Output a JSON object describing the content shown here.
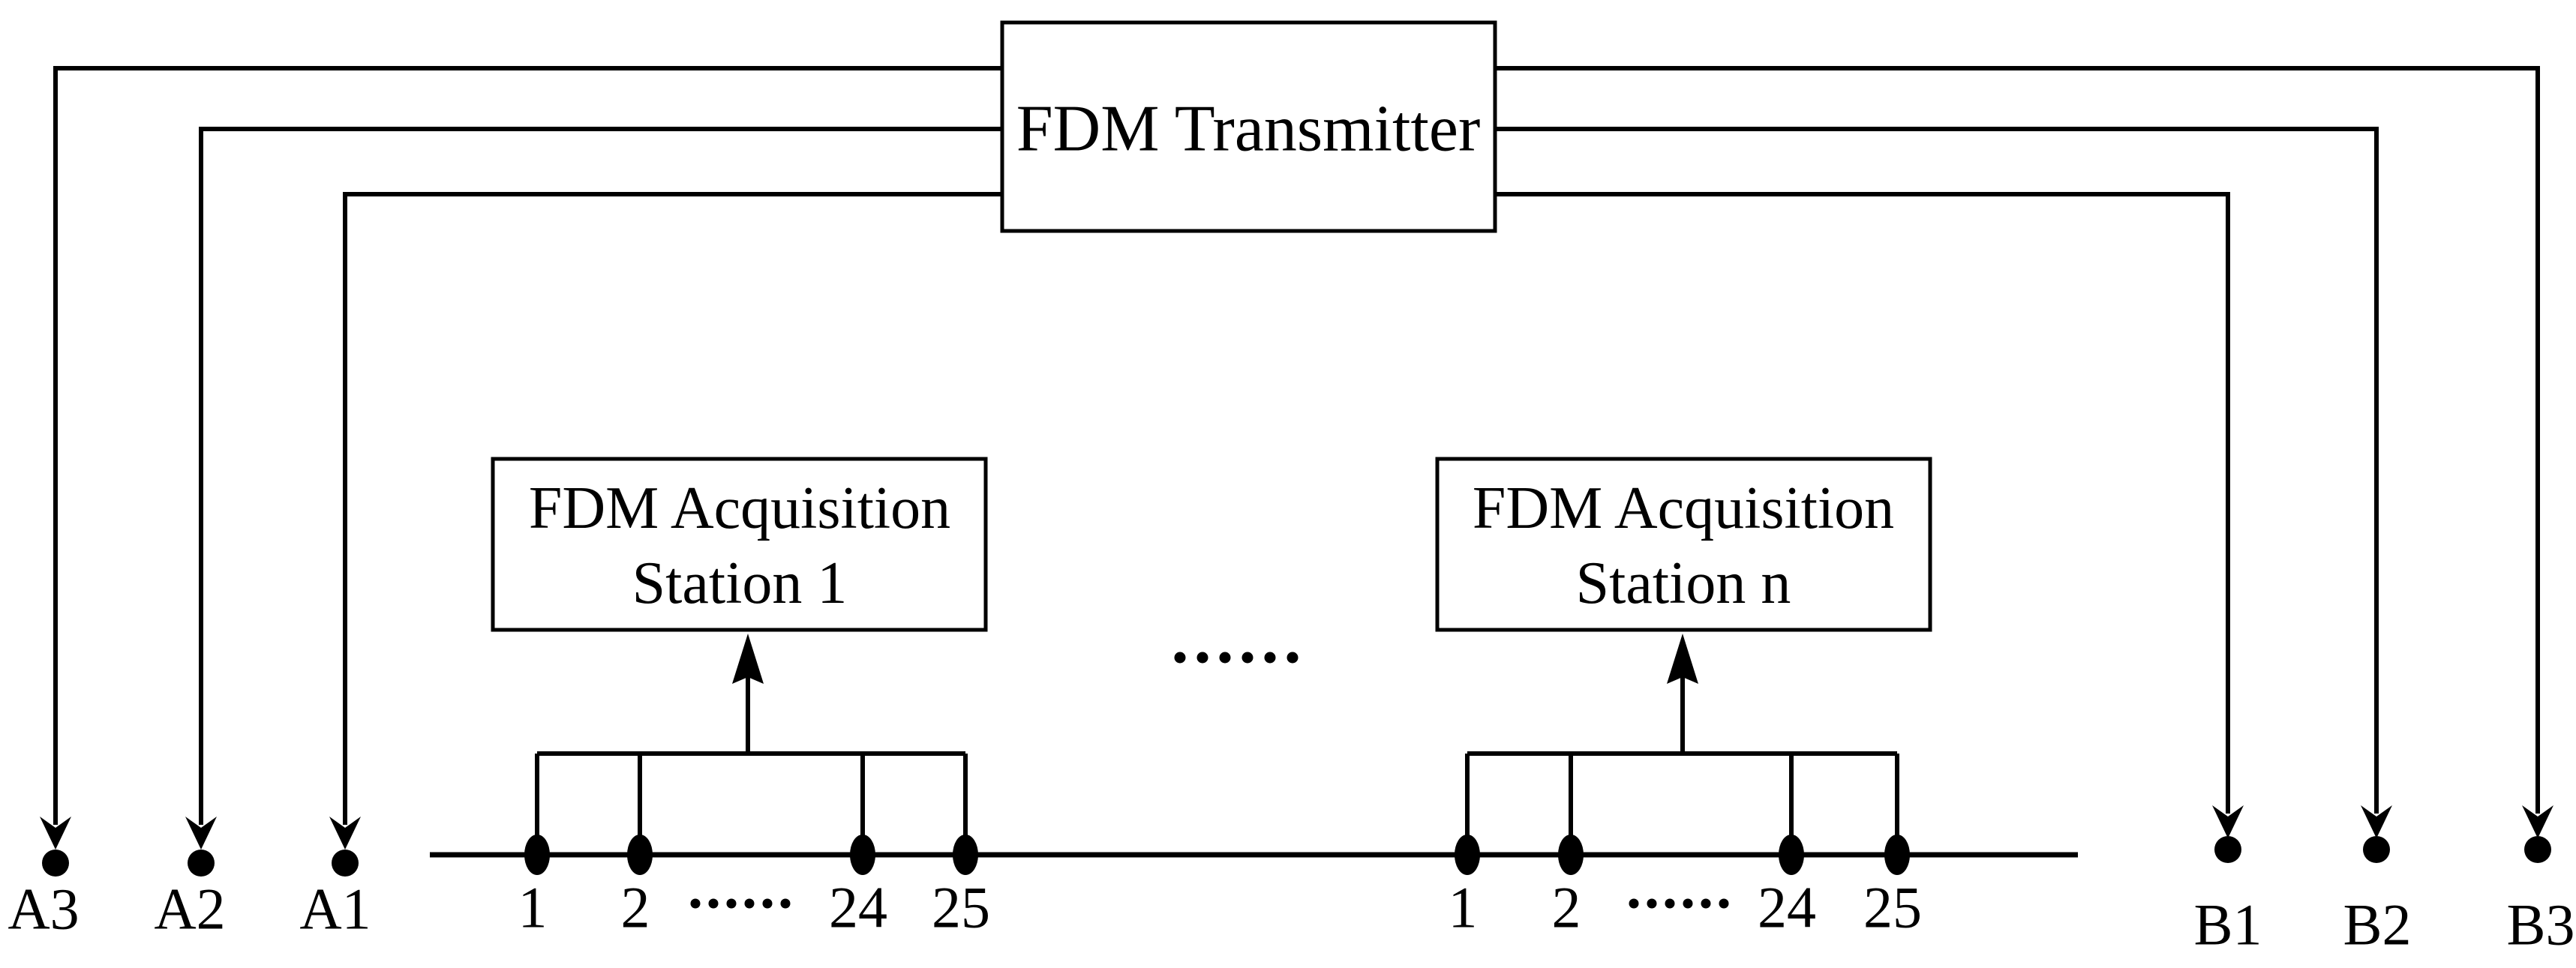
{
  "figure": {
    "background_color": "#ffffff",
    "line_color": "#000000",
    "transmitter": {
      "label": "FDM Transmitter"
    },
    "stations": [
      {
        "name_line1": "FDM Acquisition",
        "name_line2": "Station 1",
        "channel_labels": [
          "1",
          "2",
          "24",
          "25"
        ],
        "channel_ellipsis": "······"
      },
      {
        "name_line1": "FDM Acquisition",
        "name_line2": "Station n",
        "channel_labels": [
          "1",
          "2",
          "24",
          "25"
        ],
        "channel_ellipsis": "······"
      }
    ],
    "between_stations_ellipsis": "······",
    "left_electrodes": [
      "A3",
      "A2",
      "A1"
    ],
    "right_electrodes": [
      "B1",
      "B2",
      "B3"
    ]
  }
}
